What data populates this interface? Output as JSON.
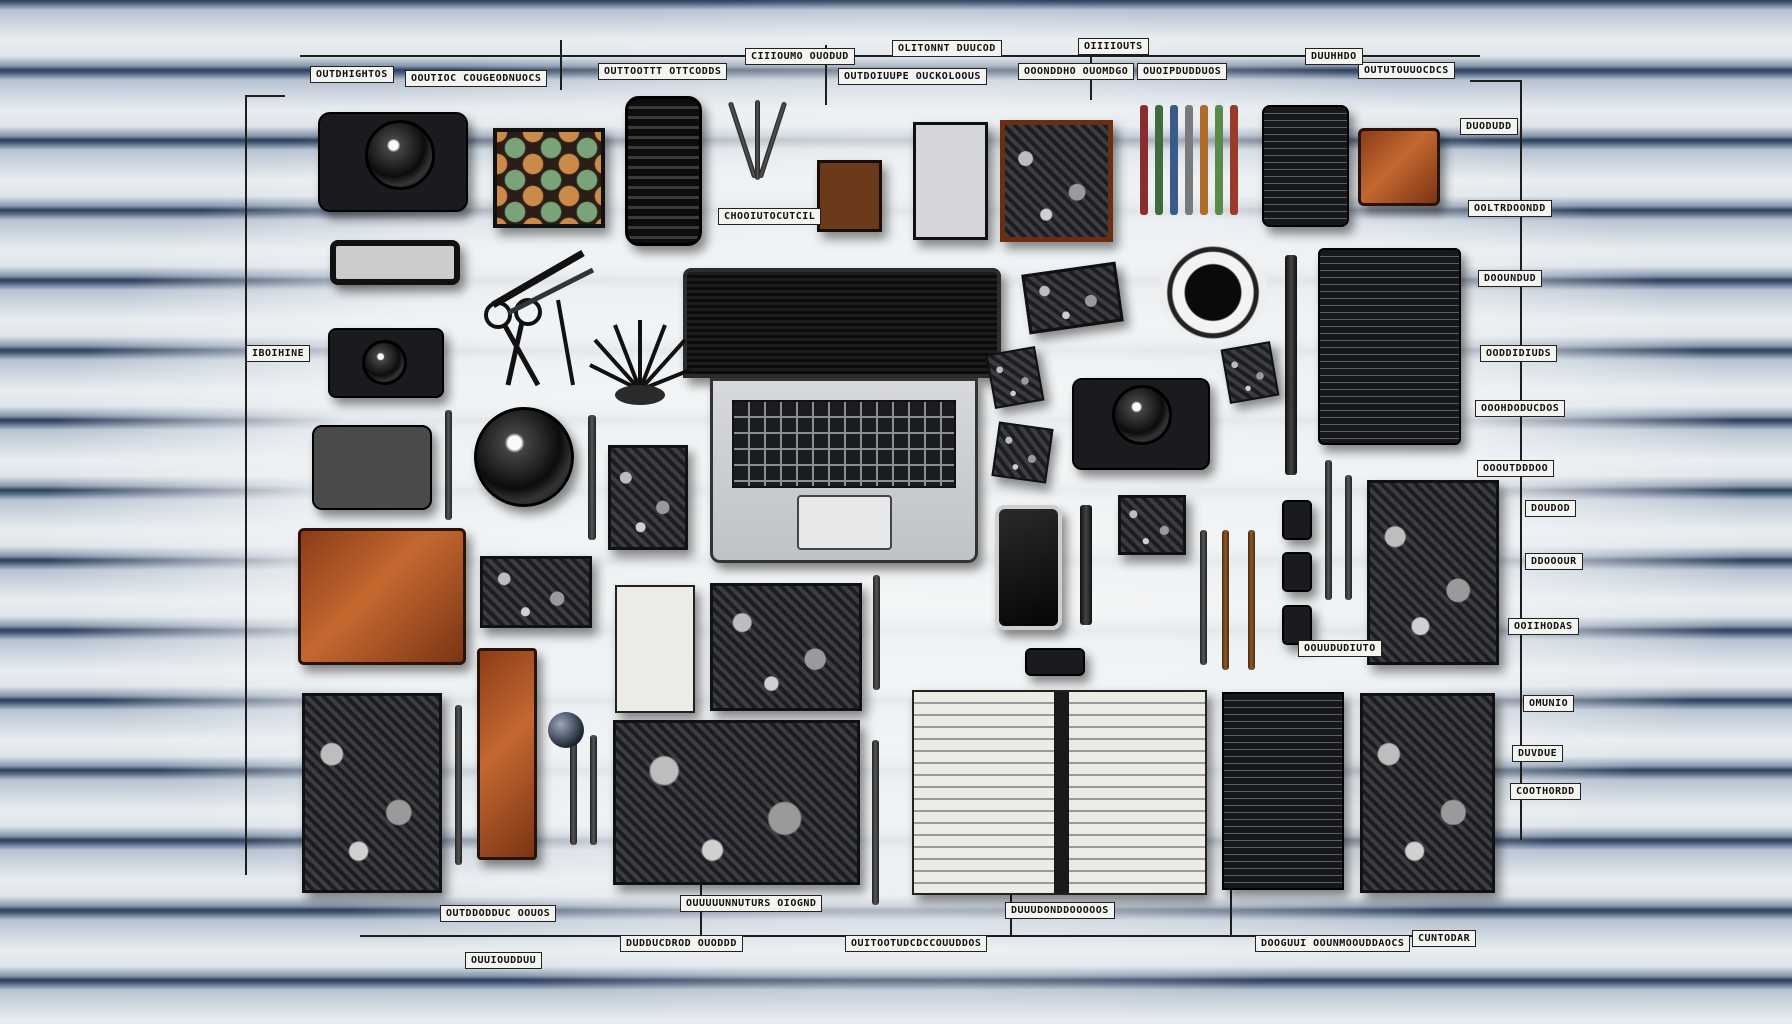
{
  "scene": {
    "description_labels": []
  },
  "labels": [
    "OUTDHIGHTOS",
    "OOUTIOC COUGEODNUOCS",
    "OUTTOOTTT OTTCODDS",
    "CIIIOUMO OUODUD",
    "OLITONNT DUUCOD",
    "OUTDOIUUPE OUCKOLOOUS",
    "CHOOIUTOCUTCIL",
    "OOONDDHO OUOMDGO",
    "OUOIPDUDDUOS",
    "OIIIIOUTS",
    "OUTUTOUUOCDCS",
    "DUUHHDO",
    "DUODUDD",
    "OOLTRDOONDD",
    "DOOUNDUD",
    "OODDIDIUDS",
    "DOUDOD",
    "DDOOOUR",
    "OOIIHODAS",
    "IBOIHINE",
    "OMUNIO",
    "DUVDUE",
    "OOOHDODUCDOS",
    "COOTHORDD",
    "CUNTODAR",
    "OUUUUUNNUTURS OIOGND",
    "DUDDUCDROD OUODDD",
    "OUITOOTUDCDCCOUUDDOS",
    "DOOGUUI OOUNMOOUDDAOCS",
    "OUUIOUDDUU",
    "DUUUDONDDOOOOOS",
    "OUTDDODDUC OOUOS",
    "OOUUDUDIUTO",
    "OOOUTDDDOO"
  ]
}
